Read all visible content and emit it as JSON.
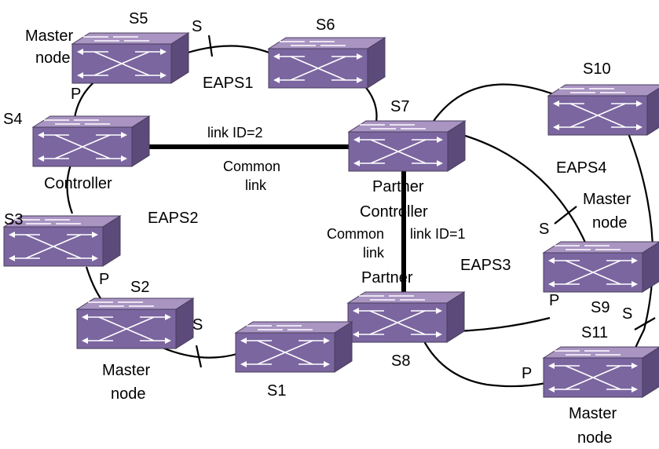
{
  "switches": {
    "s1": "S1",
    "s2": "S2",
    "s3": "S3",
    "s4": "S4",
    "s5": "S5",
    "s6": "S6",
    "s7": "S7",
    "s8": "S8",
    "s9": "S9",
    "s10": "S10",
    "s11": "S11"
  },
  "rings": {
    "eaps1": "EAPS1",
    "eaps2": "EAPS2",
    "eaps3": "EAPS3",
    "eaps4": "EAPS4"
  },
  "roles": {
    "master_line1": "Master",
    "master_line2": "node",
    "controller": "Controller",
    "partner": "Partner",
    "primary_port": "P",
    "secondary_port": "S"
  },
  "links": {
    "common_line1": "Common",
    "common_line2": "link",
    "link_id_2": "link ID=2",
    "link_id_1": "link ID=1"
  },
  "colors": {
    "switch_top": "#a994c2",
    "switch_front": "#7b66a0",
    "switch_side": "#5b4a7a",
    "link_line": "#000000"
  }
}
